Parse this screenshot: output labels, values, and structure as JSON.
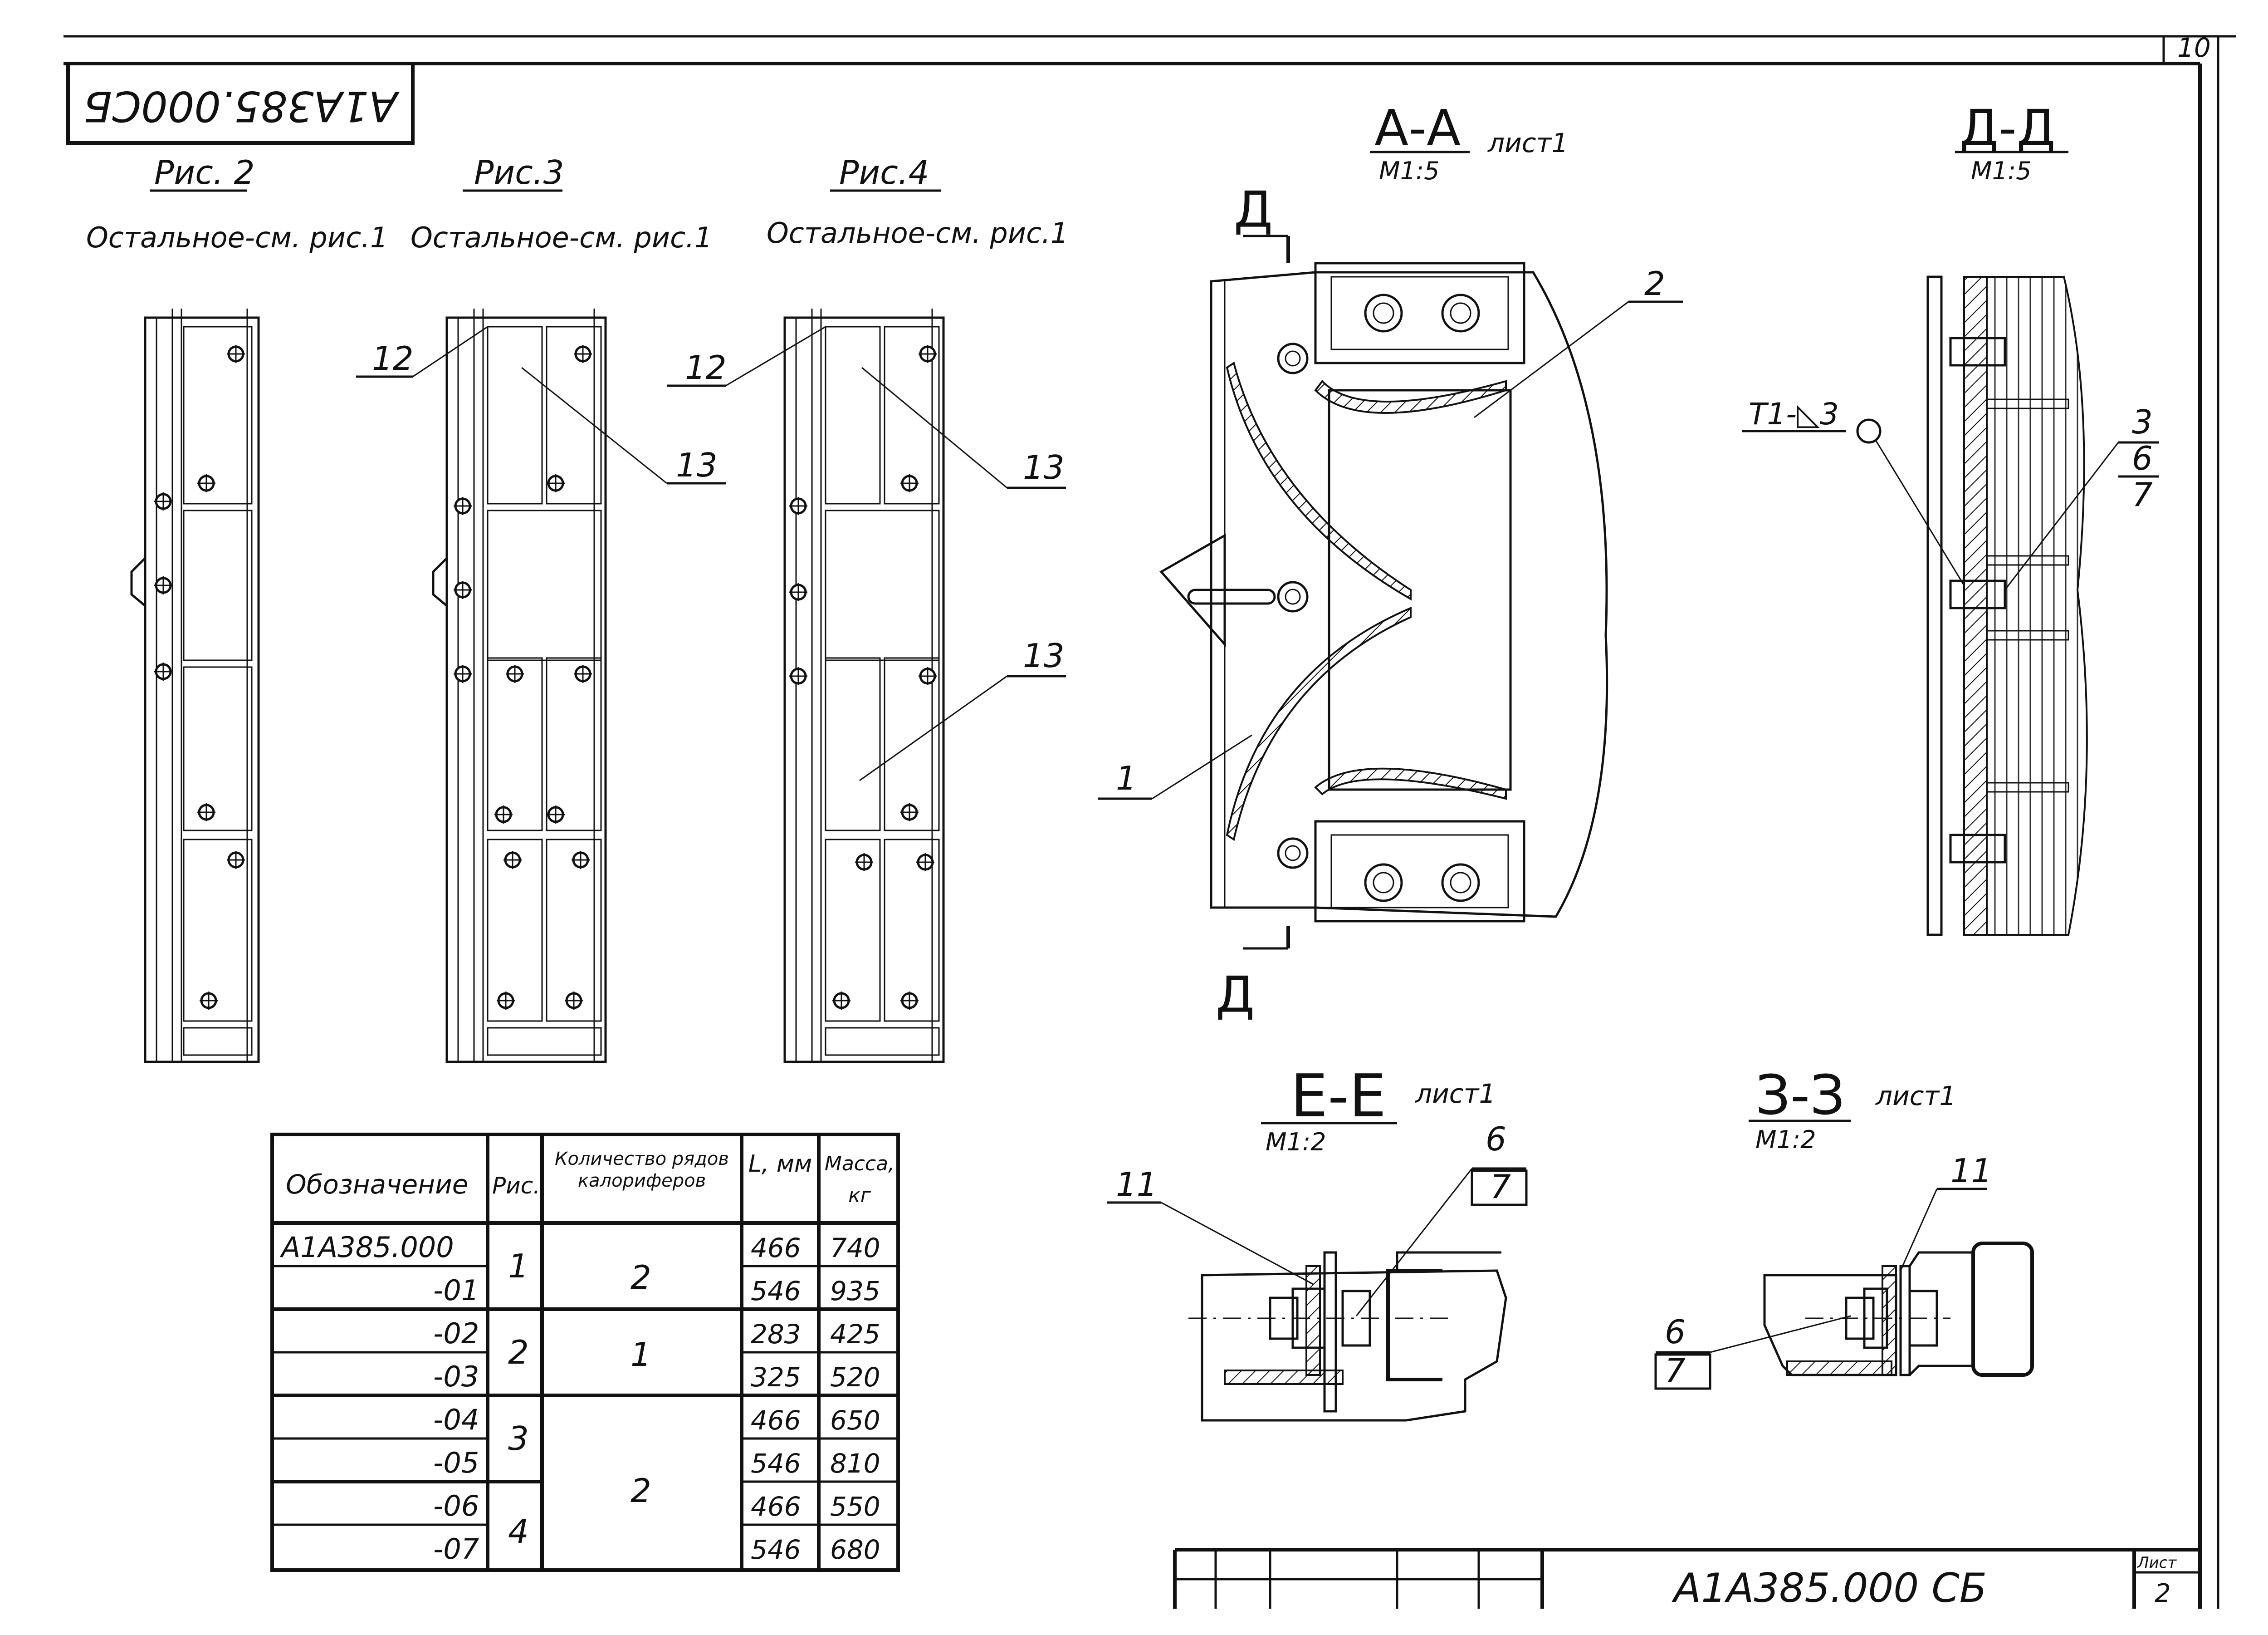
{
  "stamp_rotated": "А1А385.000СБ",
  "sheet_corner_number": "10",
  "figures": [
    {
      "title": "Рис. 2",
      "note": "Остальное-см. рис.1"
    },
    {
      "title": "Рис.3",
      "note": "Остальное-см. рис.1"
    },
    {
      "title": "Рис.4",
      "note": "Остальное-см. рис.1"
    }
  ],
  "sections": {
    "aa": {
      "title": "А-А",
      "sheet": "лист1",
      "scale": "М1:5"
    },
    "dd": {
      "title": "Д-Д",
      "scale": "М1:5"
    },
    "ee": {
      "title": "Е-Е",
      "sheet": "лист1",
      "scale": "М1:2"
    },
    "zz": {
      "title": "З-З",
      "sheet": "лист1",
      "scale": "М1:2"
    }
  },
  "cut_marks": {
    "top": "Д",
    "bottom": "Д"
  },
  "callouts": {
    "c1": "1",
    "c2": "2",
    "c3": "3",
    "c6": "6",
    "c7": "7",
    "c11": "11",
    "c12": "12",
    "c13": "13",
    "weld": "Т1-◺3"
  },
  "table": {
    "headers": [
      "Обозначение",
      "Рис.",
      "Количество рядов калориферов",
      "L, мм",
      "Масса, кг"
    ],
    "rows": [
      {
        "designation": "А1А385.000",
        "fig": "1",
        "rows_count": "2",
        "L": "466",
        "mass": "740"
      },
      {
        "designation": "-01",
        "fig": "",
        "rows_count": "",
        "L": "546",
        "mass": "935"
      },
      {
        "designation": "-02",
        "fig": "2",
        "rows_count": "1",
        "L": "283",
        "mass": "425"
      },
      {
        "designation": "-03",
        "fig": "",
        "rows_count": "",
        "L": "325",
        "mass": "520"
      },
      {
        "designation": "-04",
        "fig": "3",
        "rows_count": "2",
        "L": "466",
        "mass": "650"
      },
      {
        "designation": "-05",
        "fig": "",
        "rows_count": "",
        "L": "546",
        "mass": "810"
      },
      {
        "designation": "-06",
        "fig": "4",
        "rows_count": "",
        "L": "466",
        "mass": "550"
      },
      {
        "designation": "-07",
        "fig": "",
        "rows_count": "",
        "L": "546",
        "mass": "680"
      }
    ]
  },
  "title_block": {
    "designation": "А1А385.000 СБ",
    "sheet_label": "Лист",
    "sheet_number": "2"
  }
}
